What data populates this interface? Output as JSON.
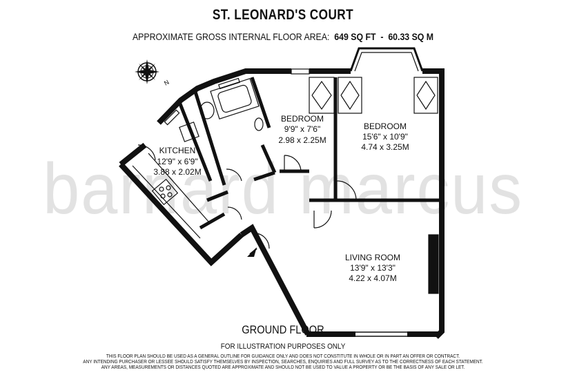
{
  "header": {
    "title": "ST. LEONARD'S COURT",
    "area_label": "APPROXIMATE GROSS INTERNAL FLOOR AREA:",
    "area_sqft": "649 SQ FT",
    "area_sep": "-",
    "area_sqm": "60.33 SQ M"
  },
  "compass": {
    "icon": "compass-rose-icon",
    "north_label": "N"
  },
  "rooms": {
    "kitchen": {
      "name": "KITCHEN",
      "imperial": "12'9\" x 6'9\"",
      "metric": "3.88 x 2.02M"
    },
    "bedroom2": {
      "name": "BEDROOM",
      "imperial": "9'9\" x 7'6\"",
      "metric": "2.98 x 2.25M"
    },
    "bedroom1": {
      "name": "BEDROOM",
      "imperial": "15'6\" x 10'9\"",
      "metric": "4.74 x 3.25M"
    },
    "living": {
      "name": "LIVING ROOM",
      "imperial": "13'9\" x 13'3\"",
      "metric": "4.22 x 4.07M"
    }
  },
  "footer": {
    "floor_label": "GROUND FLOOR",
    "illustration_note": "FOR ILLUSTRATION PURPOSES ONLY",
    "disclaimer_1": "THIS FLOOR PLAN SHOULD BE USED AS A GENERAL OUTLINE FOR GUIDANCE ONLY AND DOES NOT CONSTITUTE IN WHOLE OR IN PART AN OFFER OR CONTRACT.",
    "disclaimer_2": "ANY INTENDING PURCHASER OR LESSEE SHOULD SATISFY THEMSELVES BY INSPECTION, SEARCHES, ENQUIRIES AND FULL SURVEY AS TO THE CORRECTNESS OF EACH STATEMENT.",
    "disclaimer_3": "ANY AREAS, MEASUREMENTS OR DISTANCES QUOTED ARE APPROXIMATE AND SHOULD NOT BE USED TO VALUE A PROPERTY OR BE THE BASIS OF ANY SALE OR LET."
  },
  "watermark": "barnard marcus"
}
